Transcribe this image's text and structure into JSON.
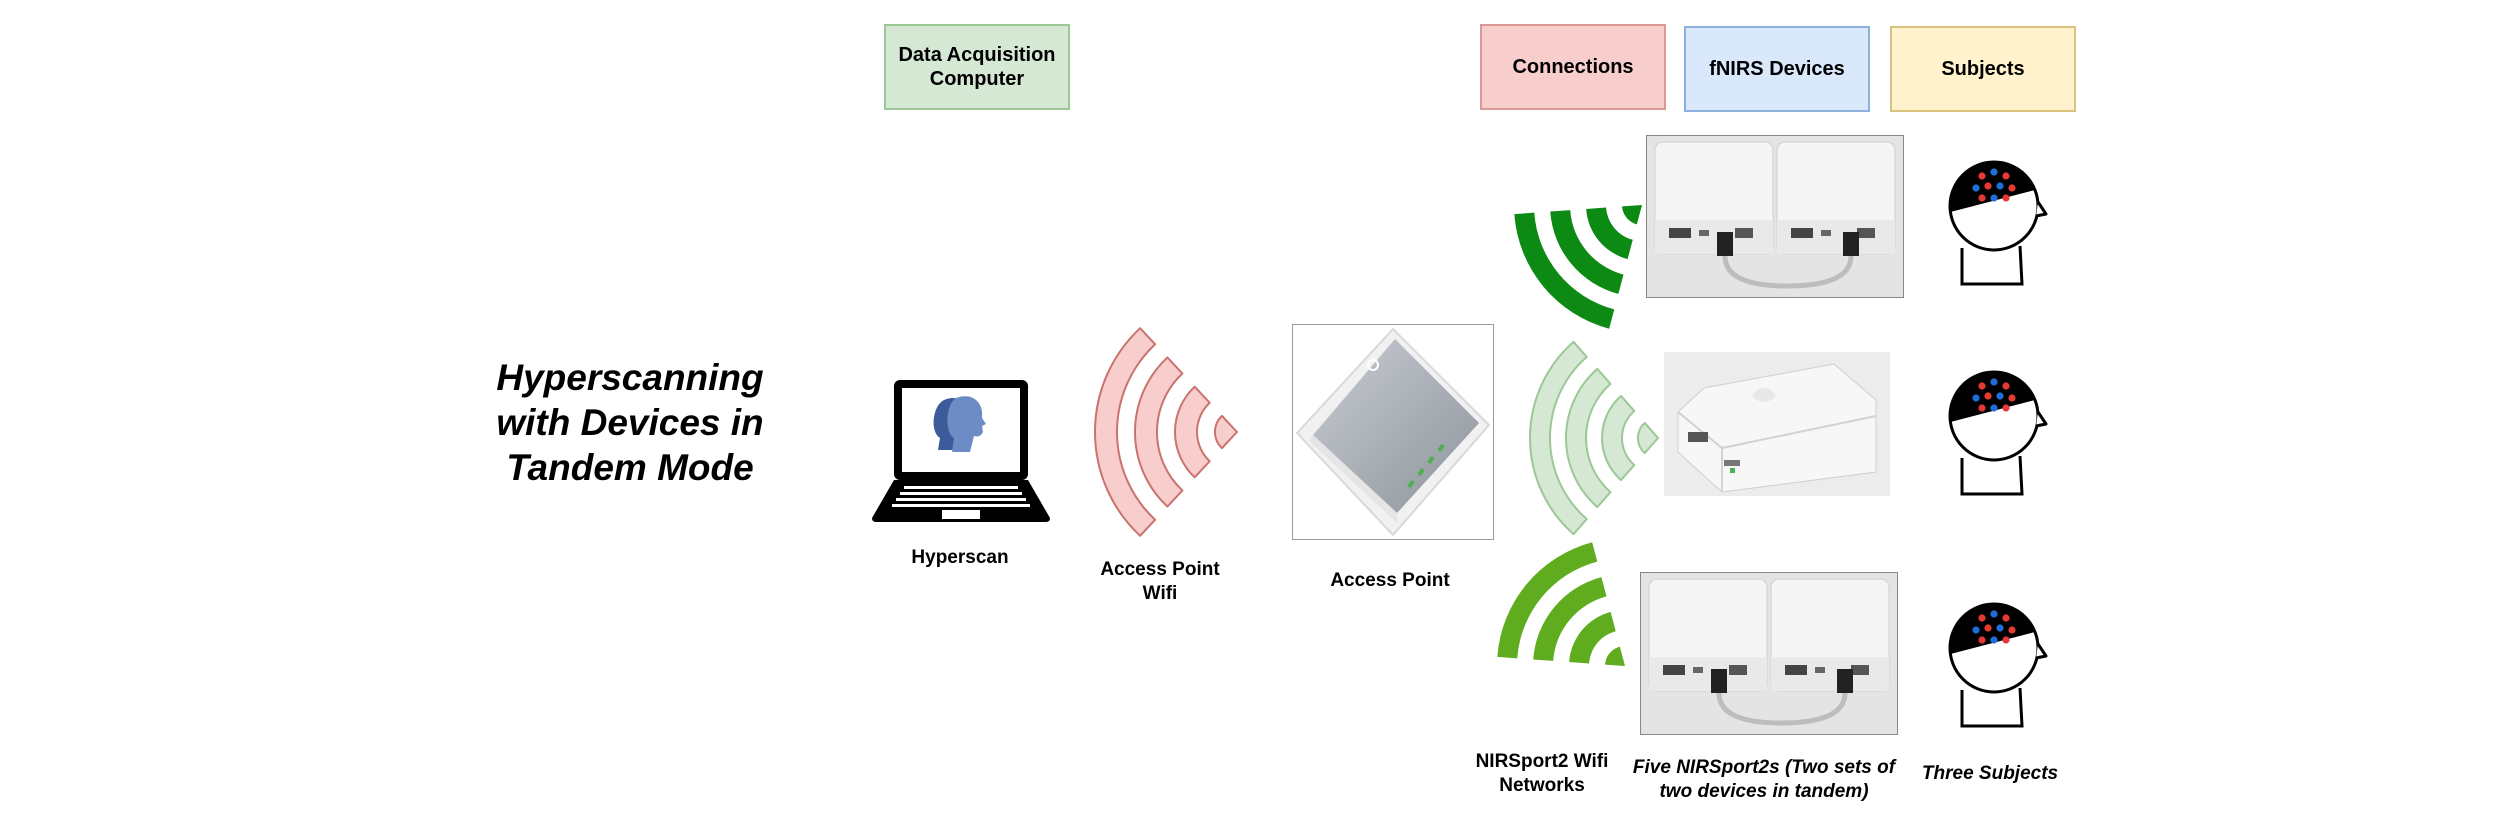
{
  "title_lines": [
    "Hyperscanning",
    "with Devices in",
    "Tandem Mode"
  ],
  "legend": {
    "data_acquisition": {
      "lines": [
        "Data Acquisition",
        "Computer"
      ],
      "color": "#d5e8d4",
      "border": "#9cc797"
    },
    "connections": {
      "label": "Connections",
      "color": "#f8cecc",
      "border": "#d99a97"
    },
    "fnirs_devices": {
      "label": "fNIRS Devices",
      "color": "#dae8fc",
      "border": "#8fb0dc"
    },
    "subjects": {
      "label": "Subjects",
      "color": "#fff2cc",
      "border": "#d8c27d"
    }
  },
  "labels": {
    "hyperscan": "Hyperscan",
    "access_point_wifi": [
      "Access Point",
      "Wifi"
    ],
    "access_point": "Access Point",
    "nirsport_wifi": [
      "NIRSport2 Wifi",
      "Networks"
    ],
    "five_nirsport": [
      "Five NIRSport2s (Two sets of",
      "two devices in tandem)"
    ],
    "three_subjects": "Three Subjects"
  },
  "colors": {
    "wifi_pink": "#f8cecc",
    "wifi_pink_stroke": "#c9726e",
    "wifi_light_green": "#d5e8d4",
    "wifi_light_green_stroke": "#9cc797",
    "wifi_dark_green": "#0d8a14",
    "wifi_mid_green": "#5fac1e",
    "head_cap": "#000000",
    "optode_red": "#e53935",
    "optode_blue": "#1e6fd9",
    "face_icon": "#3b5b9a"
  },
  "icons": [
    "laptop-icon",
    "faces-icon",
    "router-icon",
    "wifi-icon",
    "head-icon"
  ]
}
